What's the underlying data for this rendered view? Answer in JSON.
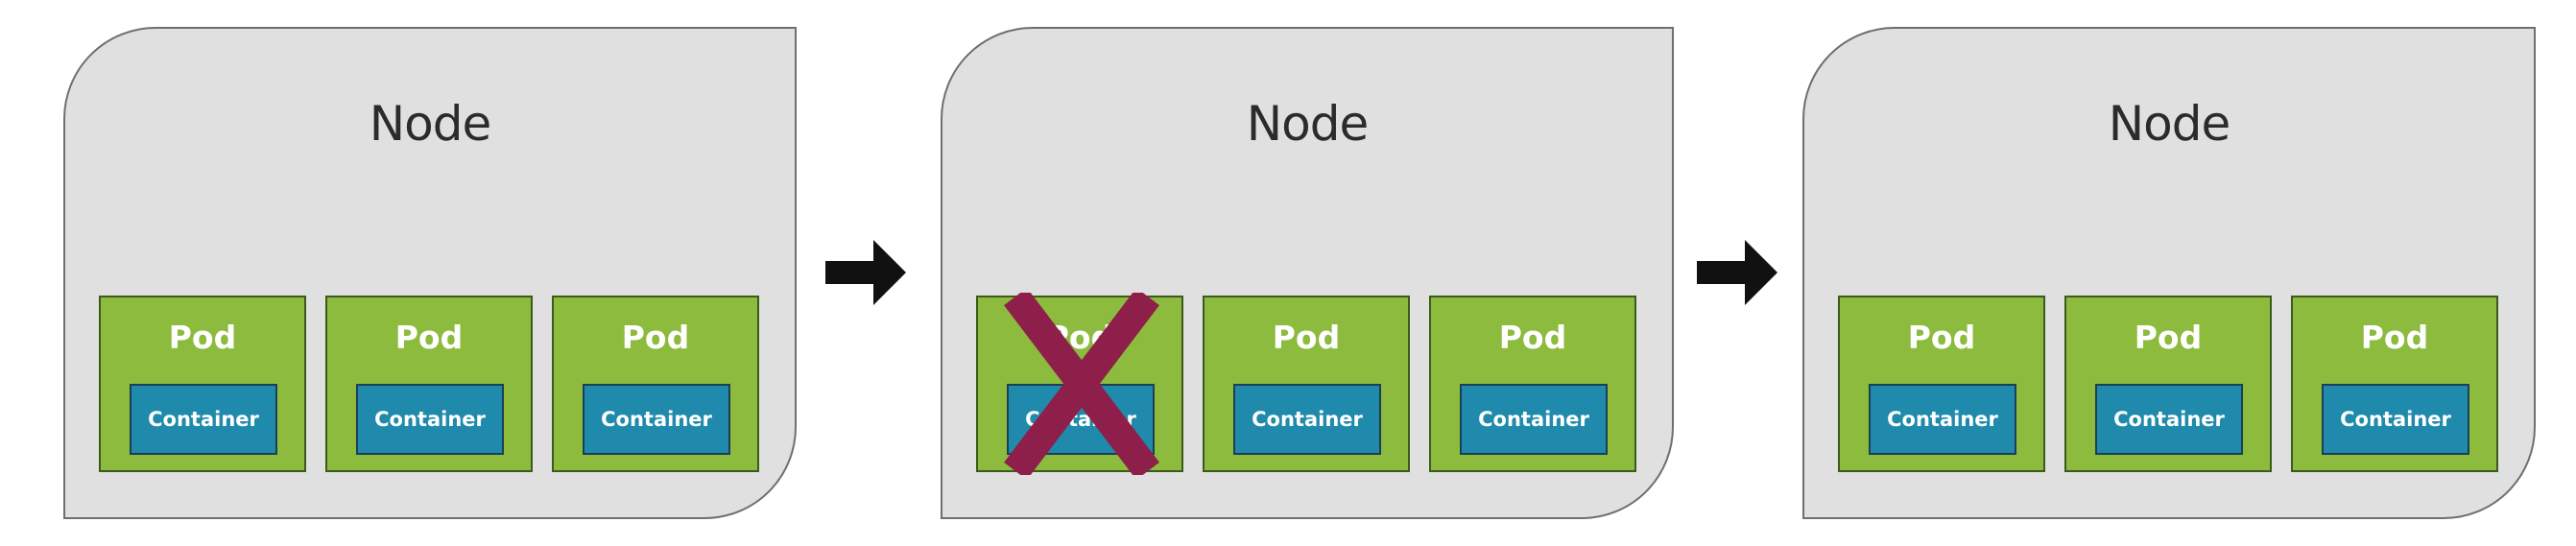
{
  "diagram": {
    "nodes": [
      {
        "label": "Node",
        "pods": [
          {
            "label": "Pod",
            "container": "Container",
            "state": "running"
          },
          {
            "label": "Pod",
            "container": "Container",
            "state": "running"
          },
          {
            "label": "Pod",
            "container": "Container",
            "state": "running"
          }
        ]
      },
      {
        "label": "Node",
        "pods": [
          {
            "label": "Pod",
            "container": "Container",
            "state": "failed"
          },
          {
            "label": "Pod",
            "container": "Container",
            "state": "running"
          },
          {
            "label": "Pod",
            "container": "Container",
            "state": "running"
          }
        ]
      },
      {
        "label": "Node",
        "pods": [
          {
            "label": "Pod",
            "container": "Container",
            "state": "running"
          },
          {
            "label": "Pod",
            "container": "Container",
            "state": "running"
          },
          {
            "label": "Pod",
            "container": "Container",
            "state": "running"
          }
        ]
      }
    ],
    "arrows": [
      "arrow-right-icon",
      "arrow-right-icon"
    ],
    "failure_marker": "x-mark-icon",
    "colors": {
      "node_fill": "#e0e0e0",
      "pod_fill": "#8dbb3d",
      "container_fill": "#1f8aab",
      "x_mark": "#8e1f4a",
      "arrow": "#111111"
    }
  }
}
